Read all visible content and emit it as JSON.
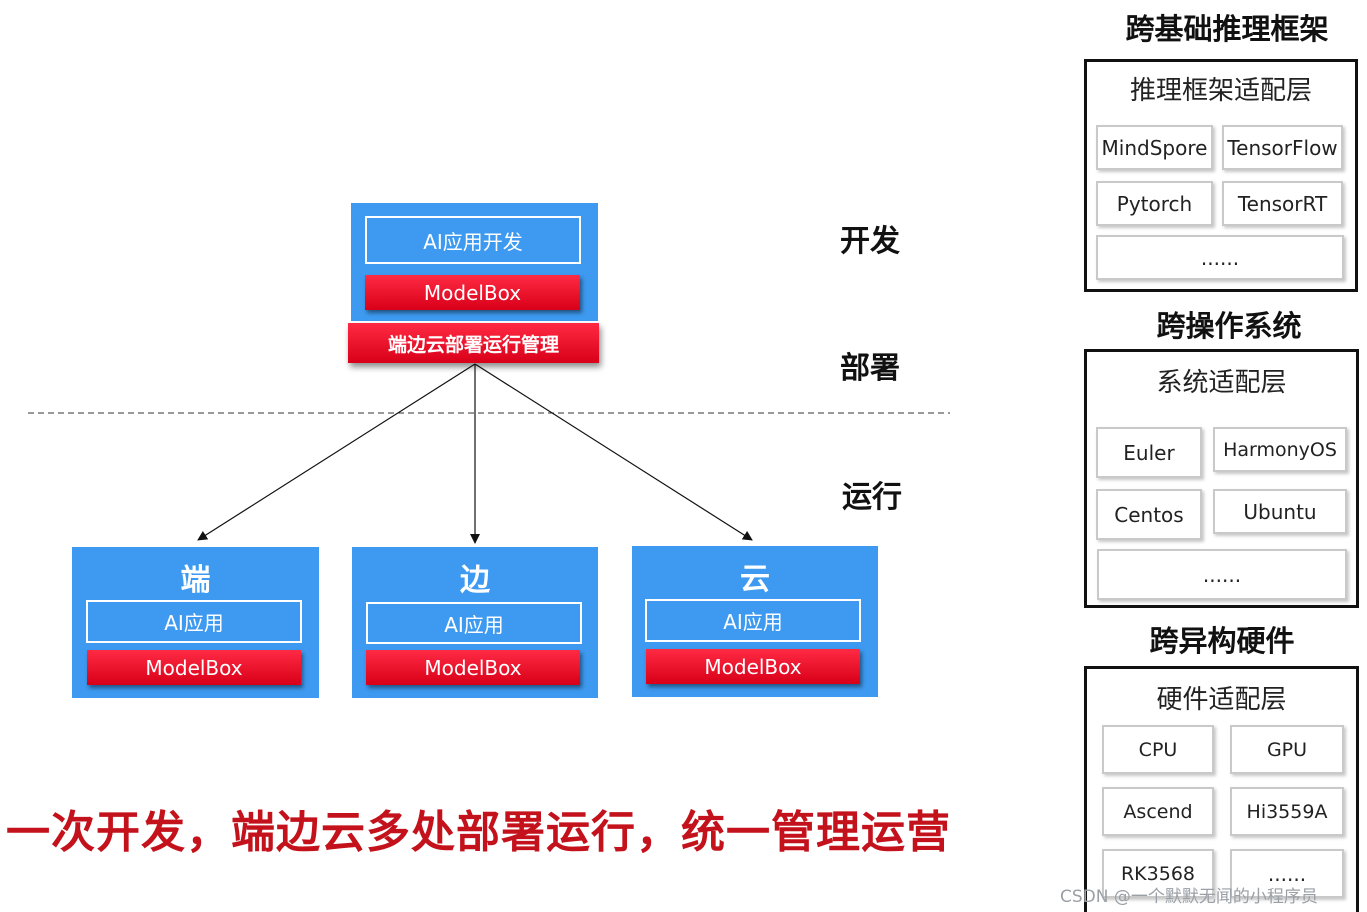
{
  "center": {
    "dev_box": {
      "app_label": "AI应用开发",
      "modelbox_label": "ModelBox",
      "deploy_label": "端边云部署运行管理"
    },
    "stages": [
      "开发",
      "部署",
      "运行"
    ],
    "targets": [
      {
        "title": "端",
        "app": "AI应用",
        "modelbox": "ModelBox"
      },
      {
        "title": "边",
        "app": "AI应用",
        "modelbox": "ModelBox"
      },
      {
        "title": "云",
        "app": "AI应用",
        "modelbox": "ModelBox"
      }
    ],
    "slogan": "一次开发，端边云多处部署运行，统一管理运营"
  },
  "sidebar": {
    "frameworks": {
      "heading": "跨基础推理框架",
      "title": "推理框架适配层",
      "items": [
        "MindSpore",
        "TensorFlow",
        "Pytorch",
        "TensorRT",
        "......"
      ]
    },
    "os": {
      "heading": "跨操作系统",
      "title": "系统适配层",
      "items": [
        "Euler",
        "HarmonyOS",
        "Centos",
        "Ubuntu",
        "......"
      ]
    },
    "hardware": {
      "heading": "跨异构硬件",
      "title": "硬件适配层",
      "items": [
        "CPU",
        "GPU",
        "Ascend",
        "Hi3559A",
        "RK3568",
        "......"
      ]
    }
  },
  "watermark": "CSDN @一个默默无闻的小程序员",
  "colors": {
    "panel_blue": "#3d9af0",
    "modelbox_red": "#e8001c",
    "slogan_red": "#c4121c"
  }
}
